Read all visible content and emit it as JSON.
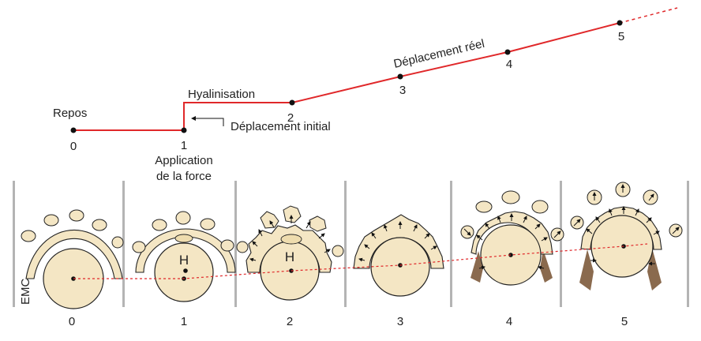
{
  "timeline": {
    "states": [
      {
        "label": "Repos",
        "number": "0"
      },
      {
        "label": "Application",
        "label2": "de la force",
        "number": "1"
      },
      {
        "label": "Hyalinisation",
        "number": "2"
      },
      {
        "label": "",
        "number": "3"
      },
      {
        "label": "",
        "number": "4"
      },
      {
        "label": "",
        "number": "5"
      }
    ],
    "initial_displacement_label": "Déplacement initial",
    "real_displacement_label": "Déplacement réel",
    "line_color": "#e0282a"
  },
  "stages": [
    {
      "number": "0",
      "marker": ""
    },
    {
      "number": "1",
      "marker": "H"
    },
    {
      "number": "2",
      "marker": "H"
    },
    {
      "number": "3",
      "marker": ""
    },
    {
      "number": "4",
      "marker": ""
    },
    {
      "number": "5",
      "marker": ""
    }
  ],
  "logo": "EMC",
  "colors": {
    "tissue_fill": "#f4e6c4",
    "bone_fill": "#8a6a4e",
    "divider": "#9a9a9a",
    "center_path": "#e0282a"
  }
}
